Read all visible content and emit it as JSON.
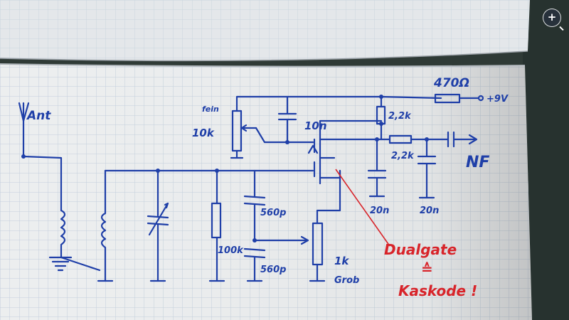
{
  "viewer": {
    "zoom_glyph": "+",
    "zoom_icon": "magnifier-plus-icon"
  },
  "schematic": {
    "antenna": "Ant",
    "resistor_470": "470Ω",
    "supply": "+9V",
    "pot_fine_label": "fein",
    "pot_fine_value": "10k",
    "cap_10n": "10n",
    "res_2k2_top": "2,2k",
    "res_2k2_series": "2,2k",
    "output": "NF",
    "cap_20n_left": "20n",
    "cap_20n_right": "20n",
    "cap_560p_top": "560p",
    "cap_560p_bottom": "560p",
    "res_100k": "100k",
    "pot_coarse_value": "1k",
    "pot_coarse_label": "Grob"
  },
  "annotation": {
    "line1": "Dualgate",
    "line2": "≙",
    "line3": "Kaskode !"
  },
  "colors": {
    "ink": "#1f3fa8",
    "annotation": "#d8242a",
    "paper": "#e9ecec",
    "grid": "#c9d3df"
  }
}
